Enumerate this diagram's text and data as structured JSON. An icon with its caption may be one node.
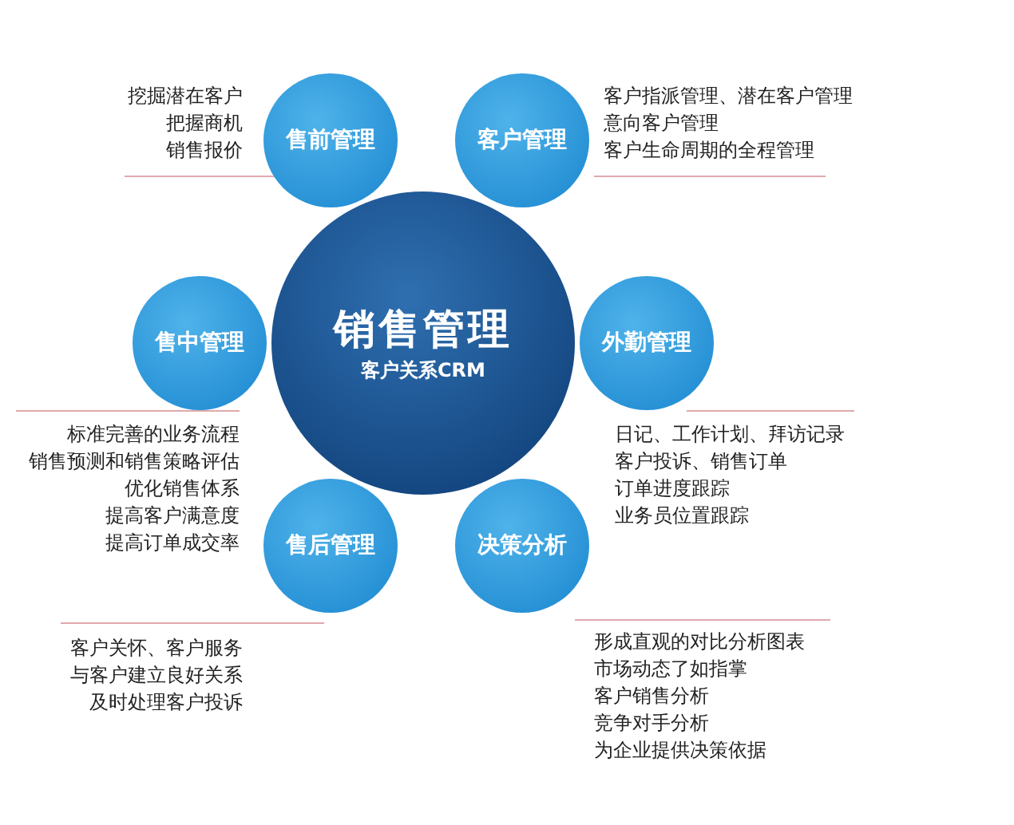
{
  "diagram": {
    "nodes": [
      {
        "text": [
          "销售管理",
          "客户关系CRM"
        ]
      },
      {
        "text": [
          "售前管理"
        ],
        "beside": [
          "挖掘潜在客户",
          "把握商机",
          "销售报价"
        ]
      },
      {
        "text": [
          "客户管理"
        ],
        "beside": [
          "客户指派管理、潜在客户管理",
          "意向客户管理",
          "客户生命周期的全程管理"
        ]
      },
      {
        "text": [
          "售中管理"
        ],
        "beside": [
          "标准完善的业务流程",
          "销售预测和销售策略评估",
          "优化销售体系",
          "提高客户满意度",
          "提高订单成交率"
        ]
      },
      {
        "text": [
          "外勤管理"
        ],
        "beside": [
          "日记、工作计划、拜访记录",
          "客户投诉、销售订单",
          "订单进度跟踪",
          "业务员位置跟踪"
        ]
      },
      {
        "text": [
          "售后管理"
        ],
        "beside": [
          "客户关怀、客户服务",
          "与客户建立良好关系",
          "及时处理客户投诉"
        ]
      },
      {
        "text": [
          "决策分析"
        ],
        "beside": [
          "形成直观的对比分析图表",
          "市场动态了如指掌",
          "客户销售分析",
          "竞争对手分析",
          "为企业提供决策依据"
        ]
      }
    ]
  }
}
